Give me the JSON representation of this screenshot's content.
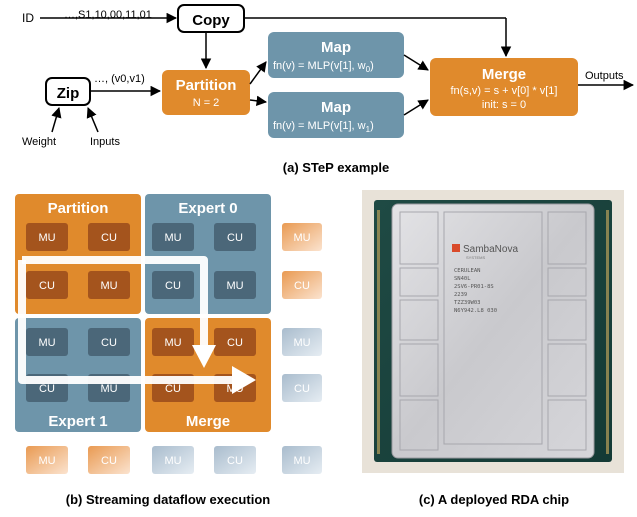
{
  "step": {
    "id_label": "ID",
    "id_stream": "…,S1,10,00,11,01",
    "copy_label": "Copy",
    "zip_label": "Zip",
    "zip_stream": "…, (v0,v1)",
    "weight_label": "Weight",
    "inputs_label": "Inputs",
    "partition_title": "Partition",
    "partition_param": "N = 2",
    "map0_title": "Map",
    "map0_fn": "fn(v) = MLP(v[1], w",
    "map0_sub": "0",
    "map1_title": "Map",
    "map1_fn": "fn(v) = MLP(v[1], w",
    "map1_sub": "1",
    "merge_title": "Merge",
    "merge_fn": "fn(s,v) = s + v[0] * v[1]",
    "merge_init": "init: s = 0",
    "outputs_label": "Outputs",
    "caption": "(a) STeP example"
  },
  "dataflow": {
    "partition_label": "Partition",
    "expert0_label": "Expert 0",
    "expert1_label": "Expert 1",
    "merge_label": "Merge",
    "mu": "MU",
    "cu": "CU",
    "caption": "(b) Streaming dataflow execution"
  },
  "chip": {
    "brand": "SambaNova",
    "brand_sub": "SYSTEMS",
    "line1": "CERULEAN",
    "line2": "SN40L",
    "line3": "2SV6-PR01-8S",
    "line4": "2239",
    "line5": "TZZ39W03",
    "line6": "N6Y942.L8    030",
    "caption": "(c) A deployed RDA chip"
  },
  "colors": {
    "orange": "#e08a2c",
    "blue": "#6e95aa",
    "mu_on_orange": "#a4541d",
    "cu_on_blue": "#4b6779",
    "faded_orange": "#f2c19a",
    "faded_blue": "#c5d3e0"
  }
}
